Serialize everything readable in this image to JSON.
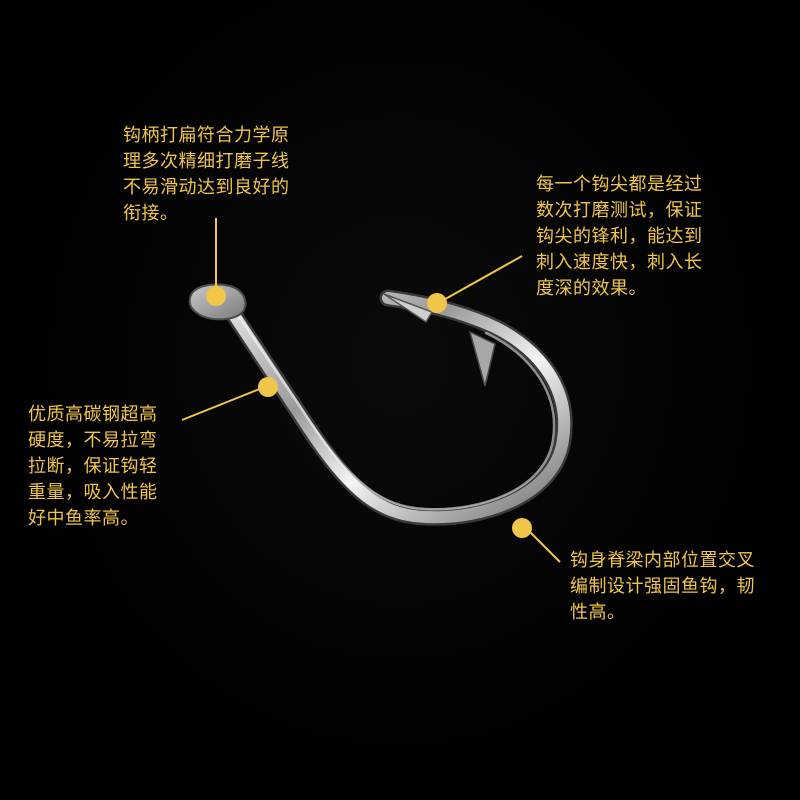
{
  "accent_color": "#f0c64a",
  "background_color": "#000000",
  "callouts": {
    "shank": {
      "lines": [
        "钩柄打扁符合力学原",
        "理多次精细打磨子线",
        "不易滑动达到良好的",
        "衔接。"
      ]
    },
    "point": {
      "lines": [
        "每一个钩尖都是经过",
        "数次打磨测试，保证",
        "钩尖的锋利，能达到",
        "刺入速度快，刺入长",
        "度深的效果。"
      ]
    },
    "steel": {
      "lines": [
        "优质高碳钢超高",
        "硬度，不易拉弯",
        "拉断，保证钩轻",
        "重量，吸入性能",
        "好中鱼率高。"
      ]
    },
    "spine": {
      "lines": [
        "钩身脊梁内部位置交叉",
        "编制设计强固鱼钩，韧",
        "性高。"
      ]
    }
  }
}
